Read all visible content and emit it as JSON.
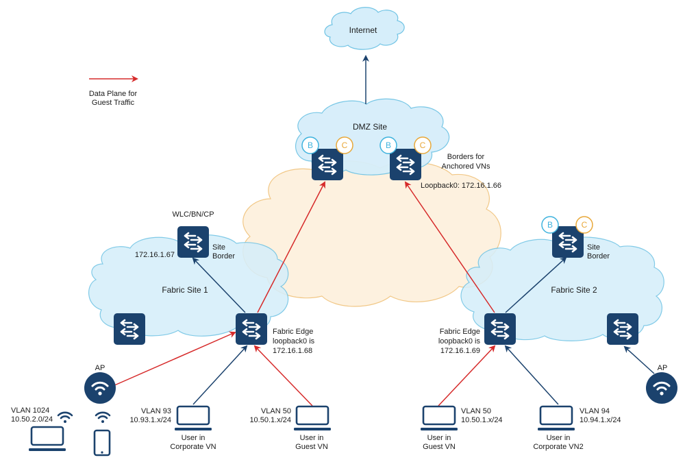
{
  "legend": {
    "label_line1": "Data Plane for",
    "label_line2": "Guest Traffic",
    "arrow_color": "#d62a2a"
  },
  "colors": {
    "device": "#1b426d",
    "blue_link": "#1b426d",
    "red_link": "#d62a2a",
    "cloud_blue_fill": "#d6eefa",
    "cloud_blue_stroke": "#6fc3e4",
    "cloud_orange_fill": "#fdf0dc",
    "cloud_orange_stroke": "#f0c27a",
    "badge_b": "#3fb3de",
    "badge_c": "#e8a83a"
  },
  "clouds": {
    "internet": "Internet",
    "dmz": "DMZ Site",
    "fabric1": "Fabric Site 1",
    "fabric2": "Fabric Site 2"
  },
  "badges": {
    "border": "B",
    "control": "C"
  },
  "dmz": {
    "borders_line1": "Borders for",
    "borders_line2": "Anchored VNs",
    "loopback": "Loopback0: 172.16.1.66"
  },
  "site1": {
    "role": "WLC/BN/CP",
    "border_ip": "172.16.1.67",
    "border_line1": "Site",
    "border_line2": "Border",
    "edge_line1": "Fabric Edge",
    "edge_line2": "loopback0 is",
    "edge_line3": "172.16.1.68",
    "ap": "AP"
  },
  "site2": {
    "border_line1": "Site",
    "border_line2": "Border",
    "edge_line1": "Fabric Edge",
    "edge_line2": "loopback0 is",
    "edge_line3": "172.16.1.69",
    "ap": "AP"
  },
  "endpoints": {
    "wireless_vlan": "VLAN 1024",
    "wireless_subnet": "10.50.2.0/24",
    "corp1_vlan": "VLAN 93",
    "corp1_subnet": "10.93.1.x/24",
    "corp1_user1": "User in",
    "corp1_user2": "Corporate VN",
    "guest1_vlan": "VLAN 50",
    "guest1_subnet": "10.50.1.x/24",
    "guest1_user1": "User in",
    "guest1_user2": "Guest VN",
    "guest2_vlan": "VLAN 50",
    "guest2_subnet": "10.50.1.x/24",
    "guest2_user1": "User in",
    "guest2_user2": "Guest VN",
    "corp2_vlan": "VLAN 94",
    "corp2_subnet": "10.94.1.x/24",
    "corp2_user1": "User in",
    "corp2_user2": "Corporate VN2"
  }
}
